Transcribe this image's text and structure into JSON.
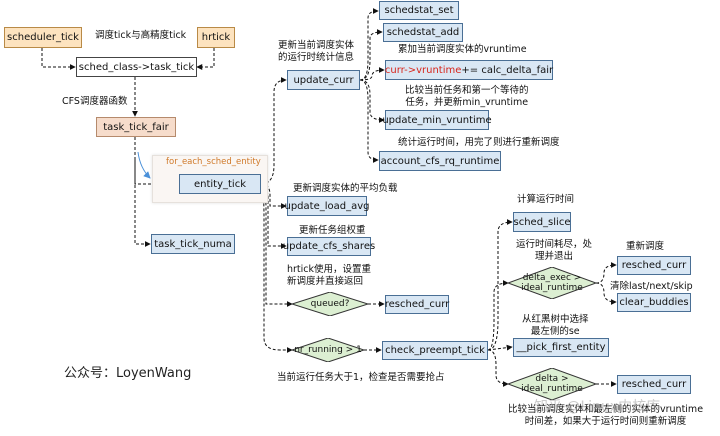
{
  "nodes": {
    "scheduler_tick": "scheduler_tick",
    "hrtick": "hrtick",
    "sched_class_task_tick": "sched_class->task_tick",
    "task_tick_fair": "task_tick_fair",
    "for_each_sched_entity": "for_each_sched_entity",
    "entity_tick": "entity_tick",
    "task_tick_numa": "task_tick_numa",
    "update_curr": "update_curr",
    "schedstat_set": "schedstat_set",
    "schedstat_add": "schedstat_add",
    "curr_vruntime_part1": "curr->vruntime",
    "curr_vruntime_part2": " += calc_delta_fair",
    "update_min_vruntime": "update_min_vruntime",
    "account_cfs_rq_runtime": "account_cfs_rq_runtime",
    "update_load_avg": "update_load_avg",
    "update_cfs_shares": "update_cfs_shares",
    "queued": "queued?",
    "resched_curr_1": "resched_curr",
    "nr_running": "nr_running > 1",
    "check_preempt_tick": "check_preempt_tick",
    "sched_slice": "sched_slice",
    "delta_exec_line1": "delta_exec >",
    "delta_exec_line2": "ideal_runtime",
    "resched_curr_2": "resched_curr",
    "clear_buddies": "clear_buddies",
    "pick_first_entity": "__pick_first_entity",
    "delta_line1": "delta >",
    "delta_line2": "ideal_runtime",
    "resched_curr_3": "resched_curr"
  },
  "notes": {
    "tick_label": "调度tick与高精度tick",
    "cfs_label": "CFS调度器函数",
    "update_curr_line1": "更新当前调度实体",
    "update_curr_line2": "的运行时统计信息",
    "vruntime_note": "累加当前调度实体的vruntime",
    "min_vruntime_line1": "比较当前任务和第一个等待的",
    "min_vruntime_line2": "任务，并更新min_vruntime",
    "account_note": "统计运行时间，用完了则进行重新调度",
    "load_avg_note": "更新调度实体的平均负载",
    "shares_note": "更新任务组权重",
    "hrtick_line1": "hrtick使用，设置重",
    "hrtick_line2": "新调度并直接返回",
    "nr_running_note": "当前运行任务大于1，检查是否需要抢占",
    "calc_runtime_note": "计算运行时间",
    "exhausted_line1": "运行时间耗尽，处",
    "exhausted_line2": "理并退出",
    "resched_note": "重新调度",
    "clear_note": "清除last/next/skip",
    "pick_line1": "从红黑树中选择",
    "pick_line2": "最左侧的se",
    "compare_line1": "比较当前调度实体和最左侧的实体的vruntime",
    "compare_line2": "时间差，如果大于运行时间则重新调度"
  },
  "footer": "公众号：LoyenWang",
  "watermark": "知乎 @Linux内核库",
  "colors": {
    "blue_box": "#d9e7f4",
    "orange_box": "#fde3bf",
    "peach_box": "#f6dccb",
    "diamond_fill": "#dcefd2",
    "highlight_text": "#d8261c",
    "group_label": "#d07a2a"
  }
}
